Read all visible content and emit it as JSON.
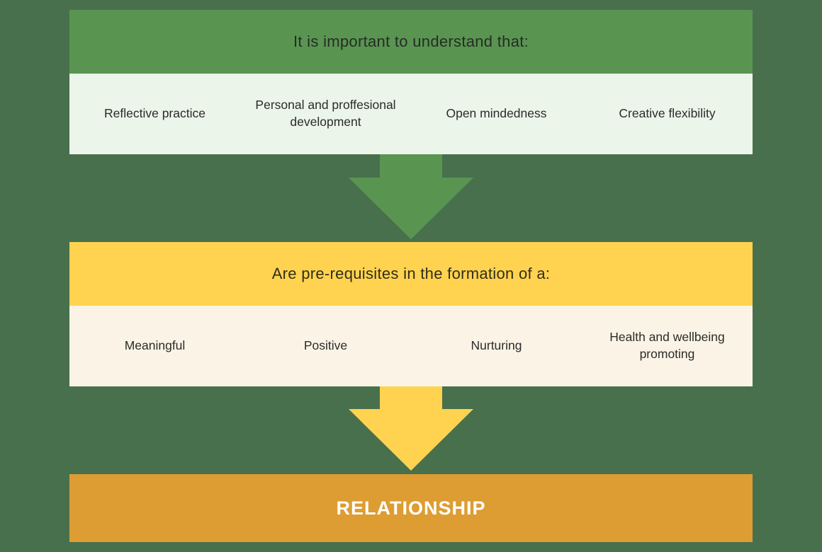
{
  "colors": {
    "background": "#48704d",
    "step1_header_bg": "#599551",
    "step1_items_bg": "#ecf5e9",
    "step2_header_bg": "#ffd34f",
    "step2_items_bg": "#fbf4e6",
    "result_bg": "#dd9d33",
    "arrow1": "#599551",
    "arrow2": "#ffd34f",
    "text_dark": "#2b2b2b",
    "result_text": "#ffffff"
  },
  "flow": {
    "step1": {
      "header": "It is important to understand that:",
      "items": [
        "Reflective practice",
        "Personal and proffesional development",
        "Open mindedness",
        "Creative flexibility"
      ]
    },
    "step2": {
      "header": "Are pre-requisites in the formation of a:",
      "items": [
        "Meaningful",
        "Positive",
        "Nurturing",
        "Health and wellbeing promoting"
      ]
    },
    "result": "RELATIONSHIP"
  }
}
